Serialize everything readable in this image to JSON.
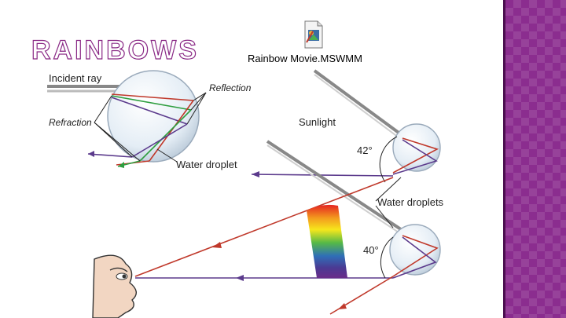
{
  "slide": {
    "title": "RAINBOWS",
    "embedded_file": {
      "label": "Rainbow Movie.MSWMM",
      "icon": "movie-file-icon"
    }
  },
  "diagram_left": {
    "incident_ray": "Incident ray",
    "reflection": "Reflection",
    "refraction": "Refraction",
    "water_droplet": "Water droplet"
  },
  "diagram_right": {
    "sunlight": "Sunlight",
    "angle_top": "42°",
    "water_droplets": "Water droplets",
    "angle_bottom": "40°"
  },
  "colors": {
    "accent_purple": "#8b2d8f",
    "ray_red": "#c0392b",
    "ray_violet": "#5b3a8c",
    "ray_green": "#2e9e3f",
    "droplet_blue": "#dfe9f2"
  }
}
